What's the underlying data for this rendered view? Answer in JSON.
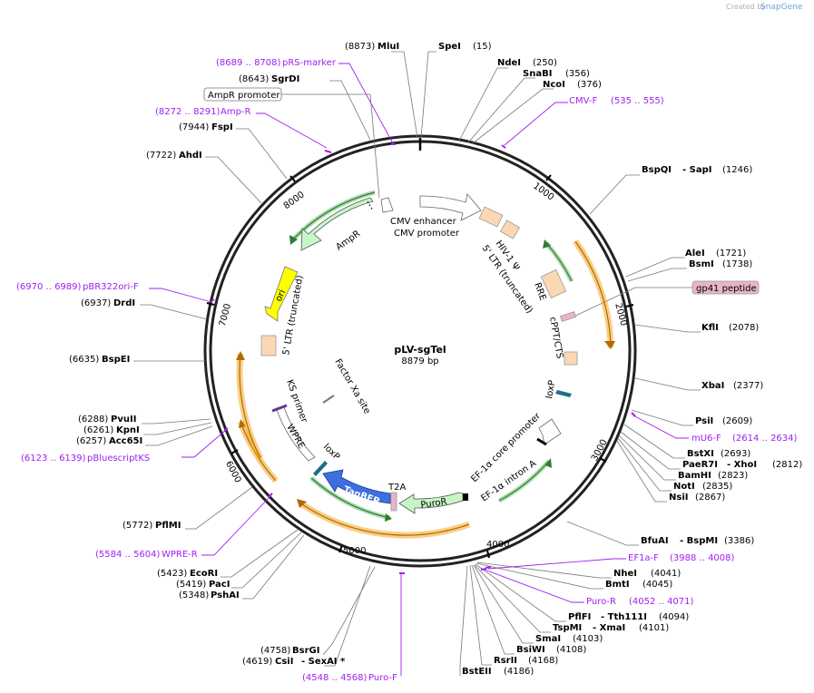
{
  "watermark": {
    "prefix": "Created by",
    "brand": "SnapGene"
  },
  "plasmid": {
    "name": "pLV-sgTel",
    "length": "8879 bp"
  },
  "ticks": [
    "1000",
    "2000",
    "3000",
    "4000",
    "5000",
    "6000",
    "7000",
    "8000"
  ],
  "sites": [
    {
      "name": "MluI",
      "pos": "(8873)"
    },
    {
      "name": "SpeI",
      "pos": "(15)"
    },
    {
      "name": "NdeI",
      "pos": "(250)"
    },
    {
      "name": "SnaBI",
      "pos": "(356)"
    },
    {
      "name": "NcoI",
      "pos": "(376)"
    },
    {
      "name": "BspQI",
      "pos": "(1246)",
      "extra": "- SapI"
    },
    {
      "name": "AleI",
      "pos": "(1721)"
    },
    {
      "name": "BsmI",
      "pos": "(1738)"
    },
    {
      "name": "KflI",
      "pos": "(2078)"
    },
    {
      "name": "XbaI",
      "pos": "(2377)"
    },
    {
      "name": "PsiI",
      "pos": "(2609)"
    },
    {
      "name": "BstXI",
      "pos": "(2693)"
    },
    {
      "name": "PaeR7I",
      "pos": "(2812)",
      "extra": "- XhoI"
    },
    {
      "name": "BamHI",
      "pos": "(2823)"
    },
    {
      "name": "NotI",
      "pos": "(2835)"
    },
    {
      "name": "NsiI",
      "pos": "(2867)"
    },
    {
      "name": "BfuAI",
      "pos": "(3386)",
      "extra": "- BspMI"
    },
    {
      "name": "NheI",
      "pos": "(4041)"
    },
    {
      "name": "BmtI",
      "pos": "(4045)"
    },
    {
      "name": "PflFI",
      "pos": "(4094)",
      "extra": "- Tth111I"
    },
    {
      "name": "TspMI",
      "pos": "(4101)",
      "extra": "- XmaI"
    },
    {
      "name": "SmaI",
      "pos": "(4103)"
    },
    {
      "name": "BsiWI",
      "pos": "(4108)"
    },
    {
      "name": "RsrII",
      "pos": "(4168)"
    },
    {
      "name": "BstEII",
      "pos": "(4186)"
    },
    {
      "name": "BsrGI",
      "pos": "(4758)"
    },
    {
      "name": "CsiI",
      "pos": "(4619)",
      "extra": "- SexAI *"
    },
    {
      "name": "PshAI",
      "pos": "(5348)"
    },
    {
      "name": "PacI",
      "pos": "(5419)"
    },
    {
      "name": "EcoRI",
      "pos": "(5423)"
    },
    {
      "name": "PflMI",
      "pos": "(5772)"
    },
    {
      "name": "Acc65I",
      "pos": "(6257)"
    },
    {
      "name": "KpnI",
      "pos": "(6261)"
    },
    {
      "name": "PvuII",
      "pos": "(6288)"
    },
    {
      "name": "BspEI",
      "pos": "(6635)"
    },
    {
      "name": "DrdI",
      "pos": "(6937)"
    },
    {
      "name": "AhdI",
      "pos": "(7722)"
    },
    {
      "name": "FspI",
      "pos": "(7944)"
    },
    {
      "name": "SgrDI",
      "pos": "(8643)"
    }
  ],
  "primers": [
    {
      "name": "pRS-marker",
      "range": "(8689 .. 8708)"
    },
    {
      "name": "Amp-R",
      "range": "(8272 .. 8291)"
    },
    {
      "name": "CMV-F",
      "range": "(535 .. 555)"
    },
    {
      "name": "mU6-F",
      "range": "(2614 .. 2634)"
    },
    {
      "name": "EF1a-F",
      "range": "(3988 .. 4008)"
    },
    {
      "name": "Puro-R",
      "range": "(4052 .. 4071)"
    },
    {
      "name": "Puro-F",
      "range": "(4548 .. 4568)"
    },
    {
      "name": "WPRE-R",
      "range": "(5584 .. 5604)"
    },
    {
      "name": "pBluescriptKS",
      "range": "(6123 .. 6139)"
    },
    {
      "name": "pBR322ori-F",
      "range": "(6970 .. 6989)"
    }
  ],
  "boxed_features": {
    "ampr_promoter": "AmpR promoter",
    "gp41": "gp41 peptide"
  },
  "features": {
    "cmv_enhancer": "CMV enhancer",
    "cmv_promoter": "CMV promoter",
    "hiv_psi": "HIV-1 Ψ",
    "ltr5_top": "5' LTR (truncated)",
    "rre": "RRE",
    "cppt": "cPPT/CTS",
    "loxp_right": "loxP",
    "ef1a_core": "EF-1α core promoter",
    "ef1a_intron": "EF-1α intron A",
    "puror": "PuroR",
    "t2a": "T2A",
    "tagbfp": "TagBFP",
    "loxp_left": "loxP",
    "wpre": "WPRE",
    "ks_primer": "KS primer",
    "factor_xa": "Factor Xa site",
    "ltr5_left": "5' LTR (truncated)",
    "ori": "ori",
    "ampr": "AmpR"
  },
  "colors": {
    "backbone": "#222222",
    "primer": "#a020f0",
    "ampr_fill": "#c8f5c8",
    "ori_fill": "#ffff00",
    "tagbfp_fill": "#3d6fe0",
    "ltr_fill": "#fcd7b4",
    "orf_arc": "#f5a623",
    "green_arc": "#4caf50",
    "gp41_fill": "#e8b4c8"
  }
}
